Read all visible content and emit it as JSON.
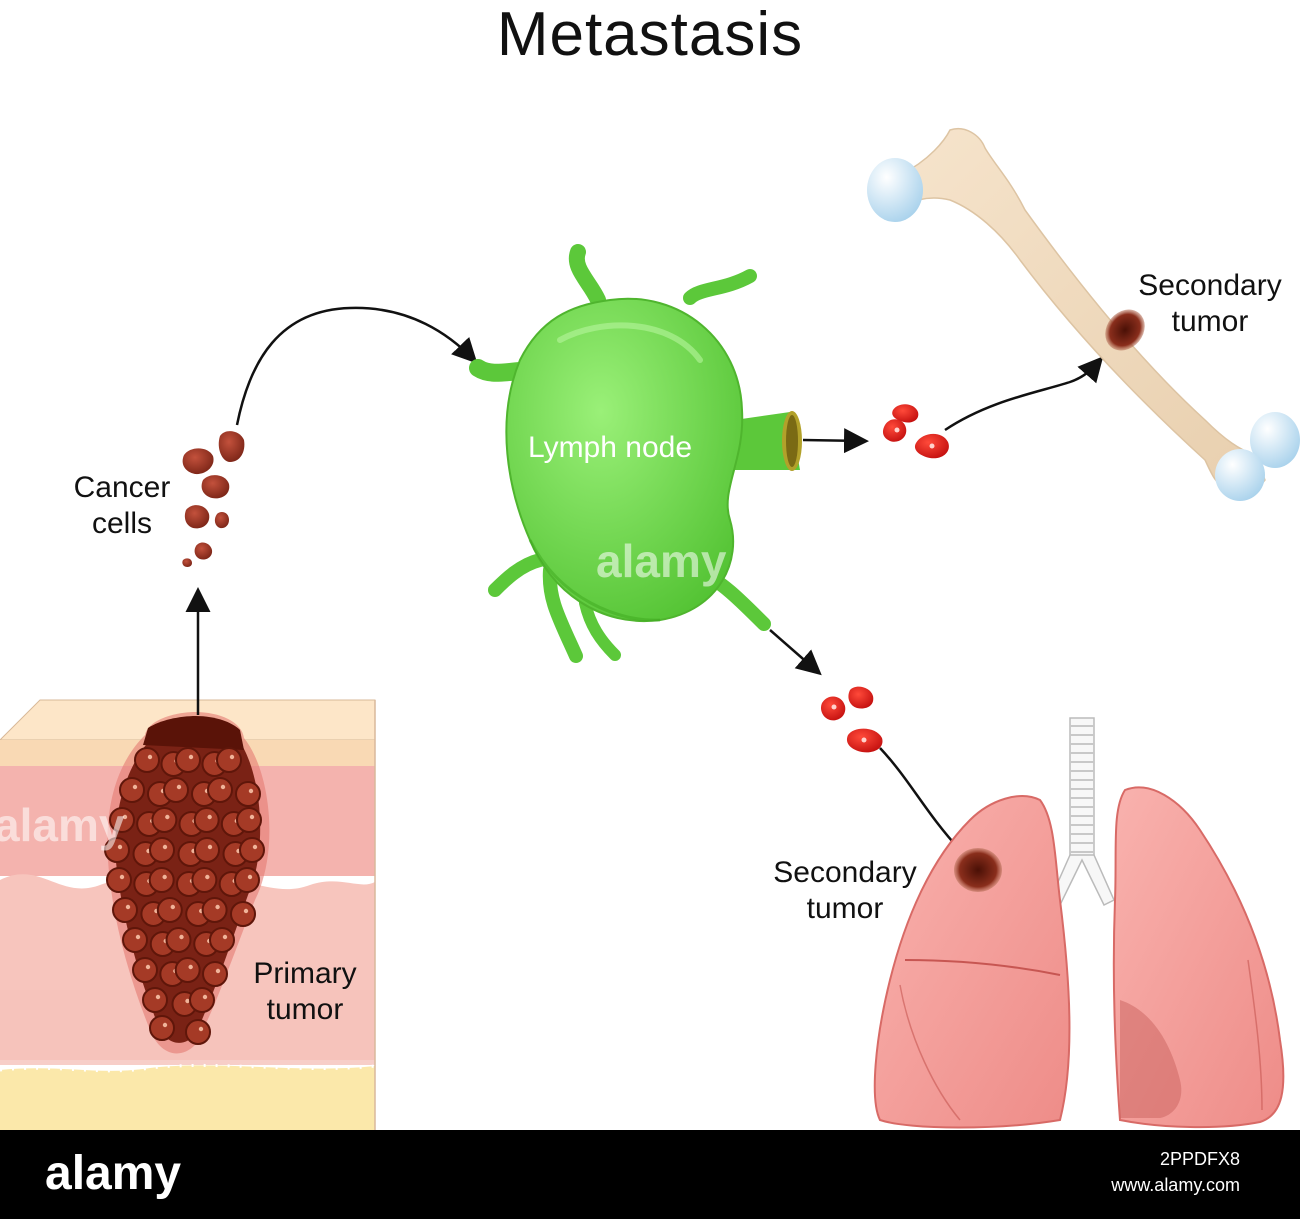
{
  "title": "Metastasis",
  "labels": {
    "cancer_cells": [
      "Cancer",
      "cells"
    ],
    "lymph_node": "Lymph node",
    "secondary_bone": [
      "Secondary",
      "tumor"
    ],
    "secondary_lung": [
      "Secondary",
      "tumor"
    ],
    "primary_tumor": [
      "Primary",
      "tumor"
    ]
  },
  "watermark": "alamy",
  "footer": {
    "logo": "alamy",
    "image_id": "2PPDFX8",
    "site": "www.alamy.com"
  },
  "colors": {
    "lymph_node": "#7fe05a",
    "lymph_node_dark": "#5cc83a",
    "cancer_cell": "#8a2a1c",
    "spread_cell": "#d41f1f",
    "skin_top": "#f6dcb8",
    "dermis": "#f4b0ac",
    "subcutis": "#fbe7a8",
    "lung": "#f39a98",
    "bone": "#f3dfc2",
    "cartilage": "#cfe8f6",
    "tumor": "#6e1e12"
  }
}
